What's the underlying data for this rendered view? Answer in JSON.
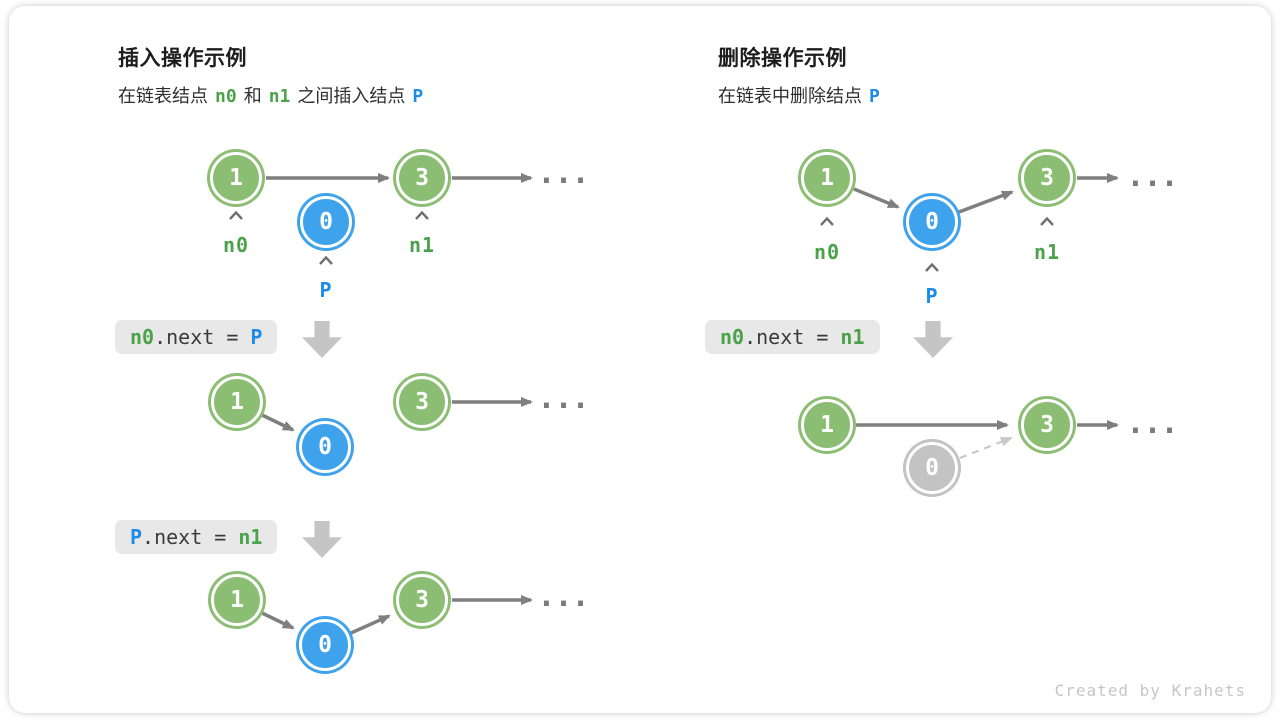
{
  "colors": {
    "node_green": "#8bbd72",
    "node_blue": "#3fa2ec",
    "node_gray": "#c3c3c3",
    "text_green": "#4ba24b",
    "text_blue": "#1b8ce8",
    "arrow_gray": "#7f7f7f",
    "dashed_gray": "#c9c9c9",
    "code_bg": "#e8e8e8",
    "block_arrow": "#c5c5c5"
  },
  "insert": {
    "title": "插入操作示例",
    "subtitle": {
      "pre": "在链表结点",
      "n0": "n0",
      "mid": "和",
      "n1": "n1",
      "post": "之间插入结点",
      "p": "P"
    },
    "code1": {
      "a": "n0",
      "op": ".next = ",
      "b": "P"
    },
    "code2": {
      "a": "P",
      "op": ".next = ",
      "b": "n1"
    },
    "nodes": {
      "v1": "1",
      "v0": "0",
      "v3": "3"
    },
    "labels": {
      "n0": "n0",
      "n1": "n1",
      "p": "P"
    },
    "ellipsis": "..."
  },
  "delete": {
    "title": "删除操作示例",
    "subtitle": {
      "pre": "在链表中删除结点",
      "p": "P"
    },
    "code1": {
      "a": "n0",
      "op": ".next = ",
      "b": "n1"
    },
    "nodes": {
      "v1": "1",
      "v0": "0",
      "v3": "3"
    },
    "labels": {
      "n0": "n0",
      "n1": "n1",
      "p": "P"
    },
    "ellipsis": "..."
  },
  "footer": "Created by Krahets"
}
